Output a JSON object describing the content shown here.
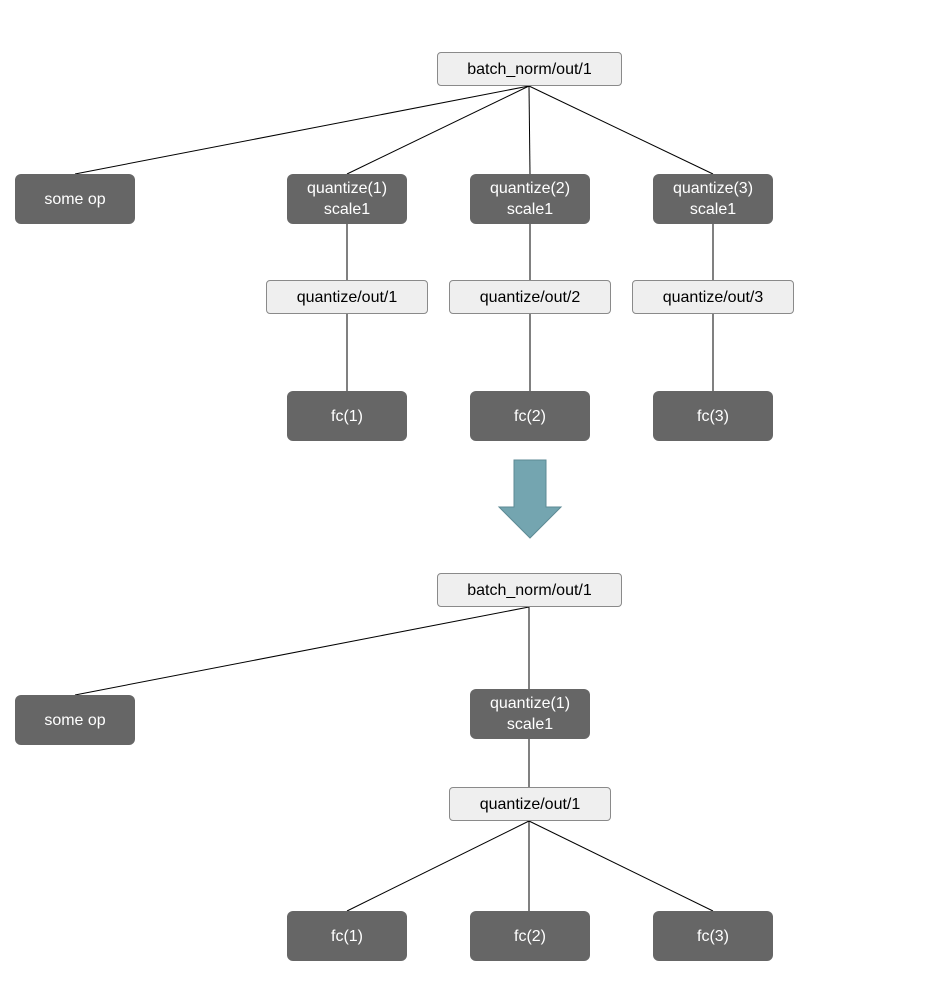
{
  "colors": {
    "op_fill": "#666666",
    "op_text": "#ffffff",
    "tensor_fill": "#efefef",
    "tensor_border": "#8a8a8a",
    "edge": "#000000",
    "transform_arrow": "#74a5b0"
  },
  "before": {
    "batch_norm_out": "batch_norm/out/1",
    "some_op": "some op",
    "quantize_ops": [
      {
        "name": "quantize(1)",
        "param": "scale1"
      },
      {
        "name": "quantize(2)",
        "param": "scale1"
      },
      {
        "name": "quantize(3)",
        "param": "scale1"
      }
    ],
    "quantize_outputs": [
      "quantize/out/1",
      "quantize/out/2",
      "quantize/out/3"
    ],
    "fc_ops": [
      "fc(1)",
      "fc(2)",
      "fc(3)"
    ]
  },
  "transform_arrow_icon": "down-arrow-icon",
  "after": {
    "batch_norm_out": "batch_norm/out/1",
    "some_op": "some op",
    "quantize_op": {
      "name": "quantize(1)",
      "param": "scale1"
    },
    "quantize_output": "quantize/out/1",
    "fc_ops": [
      "fc(1)",
      "fc(2)",
      "fc(3)"
    ]
  }
}
